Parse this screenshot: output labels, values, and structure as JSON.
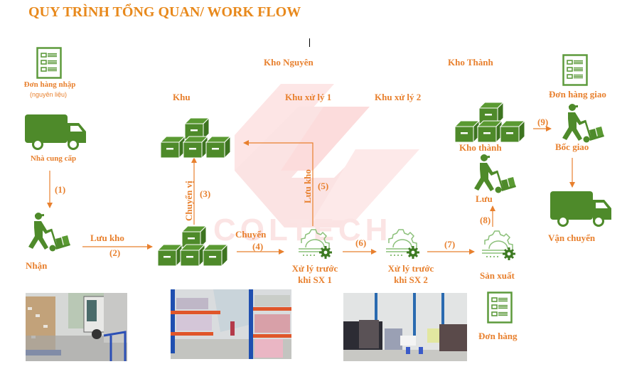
{
  "title": "QUY TRÌNH TỔNG QUAN/ WORK FLOW",
  "colors": {
    "accent": "#e8802e",
    "title": "#e8891c",
    "icon_green": "#4e8a2a",
    "watermark": "#f6d6d6"
  },
  "watermark": {
    "text": "COLTECH",
    "logo": "coltech-logo"
  },
  "sections": {
    "kho_nguyen": "Kho Nguyên",
    "kho_thanh": "Kho Thành",
    "khu": "Khu",
    "khu_xu_ly_1": "Khu xử lý 1",
    "khu_xu_ly_2": "Khu xử lý 2"
  },
  "nodes": {
    "don_hang_nhap": {
      "label": "Đơn hàng nhập",
      "sublabel": "(nguyên liệu)",
      "icon": "document-list-icon"
    },
    "nha_cung_cap": {
      "label": "Nhà cung cấp",
      "icon": "truck-icon"
    },
    "nhan": {
      "label": "Nhận",
      "icon": "hand-truck-worker-icon"
    },
    "khu_boxes": {
      "label": "",
      "icon": "boxes-icon"
    },
    "storage_boxes": {
      "label": "",
      "icon": "boxes-icon"
    },
    "xu_ly_1": {
      "label_line1": "Xử lý trước",
      "label_line2": "khi SX 1",
      "icon": "gear-process-icon"
    },
    "xu_ly_2": {
      "label_line1": "Xử lý trước",
      "label_line2": "khi SX 2",
      "icon": "gear-process-icon"
    },
    "san_xuat": {
      "label": "Sản xuất",
      "icon": "gear-process-icon"
    },
    "luu": {
      "label": "Lưu",
      "icon": "hand-truck-worker-icon"
    },
    "kho_thanh": {
      "label": "Kho thành",
      "icon": "boxes-icon"
    },
    "don_hang_giao": {
      "label": "Đơn hàng giao",
      "icon": "document-list-icon"
    },
    "boc_giao": {
      "label": "Bốc giao",
      "icon": "hand-truck-worker-icon"
    },
    "van_chuyen": {
      "label": "Vận chuyển",
      "icon": "truck-icon"
    },
    "don_hang": {
      "label": "Đơn hàng",
      "icon": "document-list-icon"
    }
  },
  "edges": {
    "e1": {
      "step": "(1)",
      "label": ""
    },
    "e2": {
      "step": "(2)",
      "label": "Lưu kho"
    },
    "e3": {
      "step": "(3)",
      "label": "Chuyển vị"
    },
    "e4": {
      "step": "(4)",
      "label": "Chuyển"
    },
    "e5": {
      "step": "(5)",
      "label": "Lưu kho"
    },
    "e6": {
      "step": "(6)",
      "label": ""
    },
    "e7": {
      "step": "(7)",
      "label": ""
    },
    "e8": {
      "step": "(8)",
      "label": ""
    },
    "e9": {
      "step": "(9)",
      "label": ""
    }
  },
  "photos": [
    {
      "name": "receiving-area-photo",
      "caption": ""
    },
    {
      "name": "raw-warehouse-photo",
      "caption": ""
    },
    {
      "name": "processing-area-photo",
      "caption": ""
    }
  ]
}
